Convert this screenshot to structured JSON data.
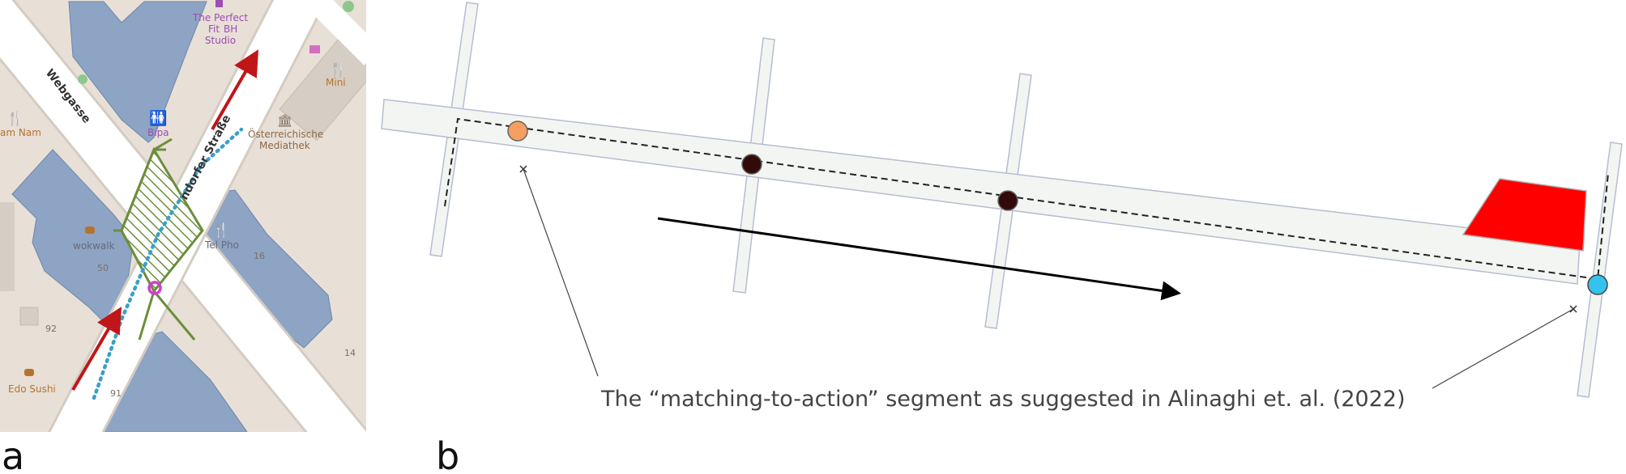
{
  "panel_a": {
    "letter": "a",
    "roads": [
      "Webgasse",
      "ndorfer Straße"
    ],
    "pois": [
      "The Perfect",
      "Fit",
      "BH",
      "Studio",
      "Mini",
      "Österreichische",
      "Mediathek",
      "Bipa",
      "am Nam",
      "wokwalk",
      "Tel Pho",
      "Edo Sushi"
    ],
    "house_numbers": [
      "16",
      "92",
      "14",
      "50",
      "91"
    ]
  },
  "panel_b": {
    "letter": "b",
    "caption": "The “matching-to-action” segment as suggested in Alinaghi et. al. (2022)"
  },
  "colors": {
    "map_bg": "#e8dfd6",
    "building": "#8da4c4",
    "road": "#ffffff",
    "intersection_hatch": "#6b8e3a",
    "gps_trace": "#3aa0c8",
    "direction_arrow": "#c0161a",
    "pink_marker": "#d63ad6",
    "poi_purple": "#9b4fb5",
    "poi_brown": "#b5742e",
    "street_fill": "#f2f5f1",
    "street_stroke": "#b7bdd2",
    "start_point": "#f5a060",
    "match_point": "#330a0a",
    "end_point": "#33c3ee",
    "target_rect": "#ff0000"
  }
}
